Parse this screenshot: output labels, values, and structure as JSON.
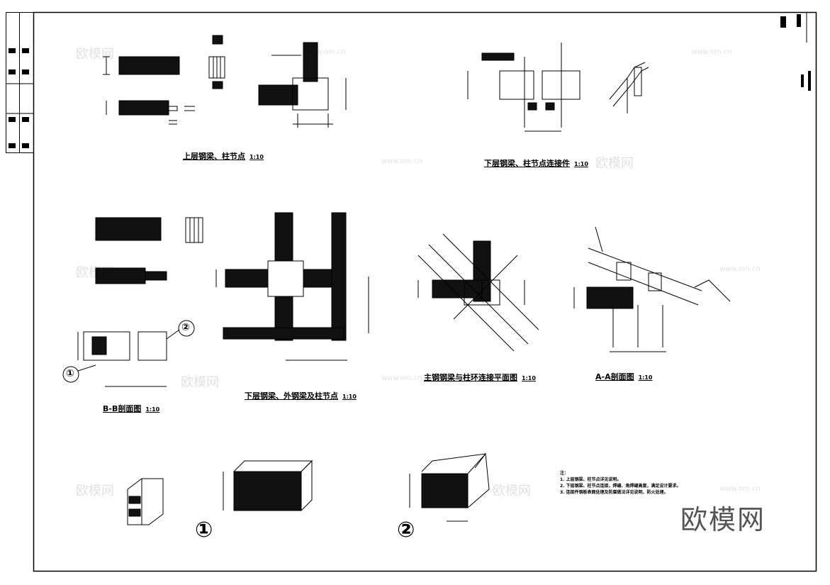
{
  "titles": {
    "upper_node": "上层钢梁、柱节点",
    "lower_node_connector": "下层钢梁、柱节点连接件",
    "lower_hook_node": "下层钢梁、外钢梁及柱节点",
    "main_beam_plan": "主钢钢梁与柱环连接平面图",
    "section_bb": "B-B剖面图",
    "section_aa": "A-A剖面图"
  },
  "scale": "1:10",
  "detail_markers": [
    "①",
    "②"
  ],
  "callouts": [
    "①",
    "②"
  ],
  "notes": {
    "heading": "注：",
    "lines": [
      "1. 上层钢梁、柱节点详见说明。",
      "2. 下层钢梁、柱节点连接，焊缝、角焊缝高度，满足设计要求。",
      "3. 连接件钢板表面处理及防腐做法详见说明，防火处理。"
    ]
  },
  "watermark": {
    "brand": "欧模网",
    "url": "www.om.cn"
  }
}
